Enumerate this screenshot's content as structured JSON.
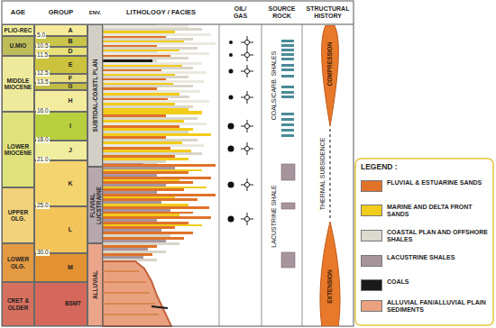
{
  "diagram": {
    "nodes": [
      {
        "text": [
          "PLIO-REC"
        ]
      },
      {
        "text": [
          "U.MIO"
        ]
      },
      {
        "text": [
          "MIDDLE MIOCENE"
        ]
      },
      {
        "text": [
          "LOWER MIOCENE"
        ]
      },
      {
        "text": [
          "UPPER OLG."
        ]
      },
      {
        "text": [
          "LOWER OLG."
        ]
      },
      {
        "text": [
          "CRET & OLDER"
        ]
      },
      {
        "text": [
          "A"
        ]
      },
      {
        "text": [
          "B"
        ]
      },
      {
        "text": [
          "D"
        ]
      },
      {
        "text": [
          "E"
        ]
      },
      {
        "text": [
          "F"
        ]
      },
      {
        "text": [
          "G"
        ]
      },
      {
        "text": [
          "H"
        ]
      },
      {
        "text": [
          "I"
        ]
      },
      {
        "text": [
          "J"
        ]
      },
      {
        "text": [
          "K"
        ]
      },
      {
        "text": [
          "L"
        ]
      },
      {
        "text": [
          "M"
        ]
      },
      {
        "text": [
          "BSMT"
        ]
      },
      {
        "text": [
          "SUBTIDAL-COASTL PLAN"
        ]
      },
      {
        "text": [
          "FLUVIAL LUCSTRAINE"
        ]
      },
      {
        "text": [
          "ALLUVIAL"
        ]
      },
      {
        "text": [
          "COMPRESSION"
        ]
      },
      {
        "text": [
          "EXTENSION"
        ]
      }
    ],
    "labels": [
      "AGE",
      "GROUP",
      "ENV.",
      "LITHOLOGY / FACIES",
      "OIL/ GAS",
      "SOURCE ROCK",
      "STRUCTURAL HISTORY",
      "5.0",
      "10.5",
      "11.5",
      "12.5",
      "13.5",
      "16.0",
      "18.0",
      "21.0",
      "25.0",
      "30.0",
      "COALS/CARB. SHALES",
      "LACUSTRINE SHALE",
      "THERMAL SUBSIDENCE",
      "LEGEND :"
    ],
    "legend": [
      {
        "text": "FLUVIAL & ESTUARINE SANDS",
        "color": "#e0722a"
      },
      {
        "text": "MARINE AND DELTA FRONT SANDS",
        "color": "#f2cc1a"
      },
      {
        "text": "COASTAL PLAN AND OFFSHORE SHALES",
        "color": "#dcd9cf"
      },
      {
        "text": "LACUSTRINE SHALES",
        "color": "#a8949c"
      },
      {
        "text": "COALS",
        "color": "#1a1a1a"
      },
      {
        "text": "ALLUVIAL FAN/ALLUVIAL PLAIN SEDIMENTS",
        "color": "#e9a17f"
      }
    ]
  }
}
